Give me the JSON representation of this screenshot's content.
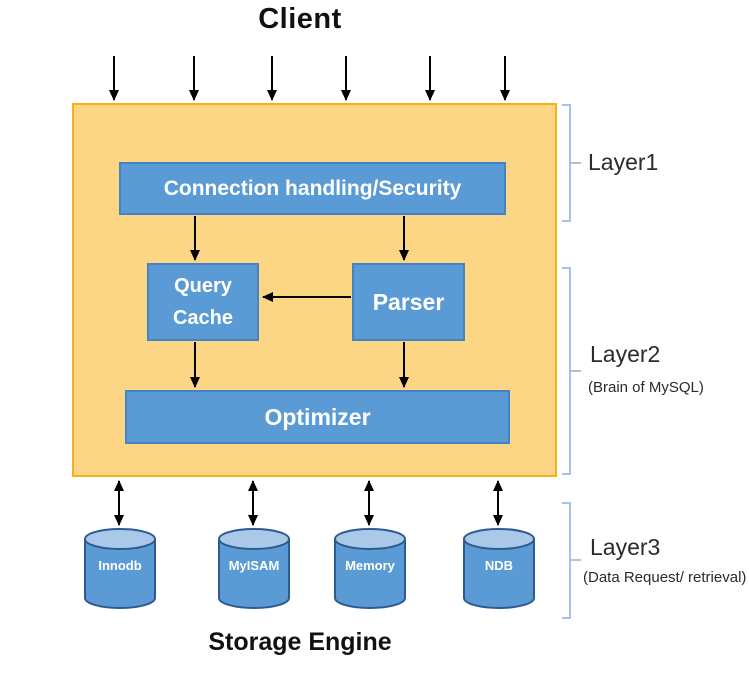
{
  "title": "Client",
  "footer": "Storage Engine",
  "boxes": {
    "connection": "Connection handling/Security",
    "query_cache": "Query Cache",
    "parser": "Parser",
    "optimizer": "Optimizer"
  },
  "storage_engines": [
    {
      "label": "Innodb"
    },
    {
      "label": "MyISAM"
    },
    {
      "label": "Memory"
    },
    {
      "label": "NDB"
    }
  ],
  "layers": [
    {
      "label": "Layer1",
      "sublabel": ""
    },
    {
      "label": "Layer2",
      "sublabel": "(Brain of MySQL)"
    },
    {
      "label": "Layer3",
      "sublabel": "(Data Request/ retrieval)"
    }
  ],
  "colors": {
    "panel_fill": "#FCD684",
    "panel_border": "#F5B01B",
    "box_fill": "#5B9BD5",
    "box_border": "#4584C4",
    "cylinder_fill": "#5B9BD5",
    "cylinder_top_fill": "#AAC9E9",
    "cylinder_border": "#2E5B8F",
    "bracket": "#A6C5E6",
    "arrow": "#000000",
    "title_text": "#111111",
    "box_text": "#ffffff",
    "layer_text": "#2b2b2b"
  }
}
